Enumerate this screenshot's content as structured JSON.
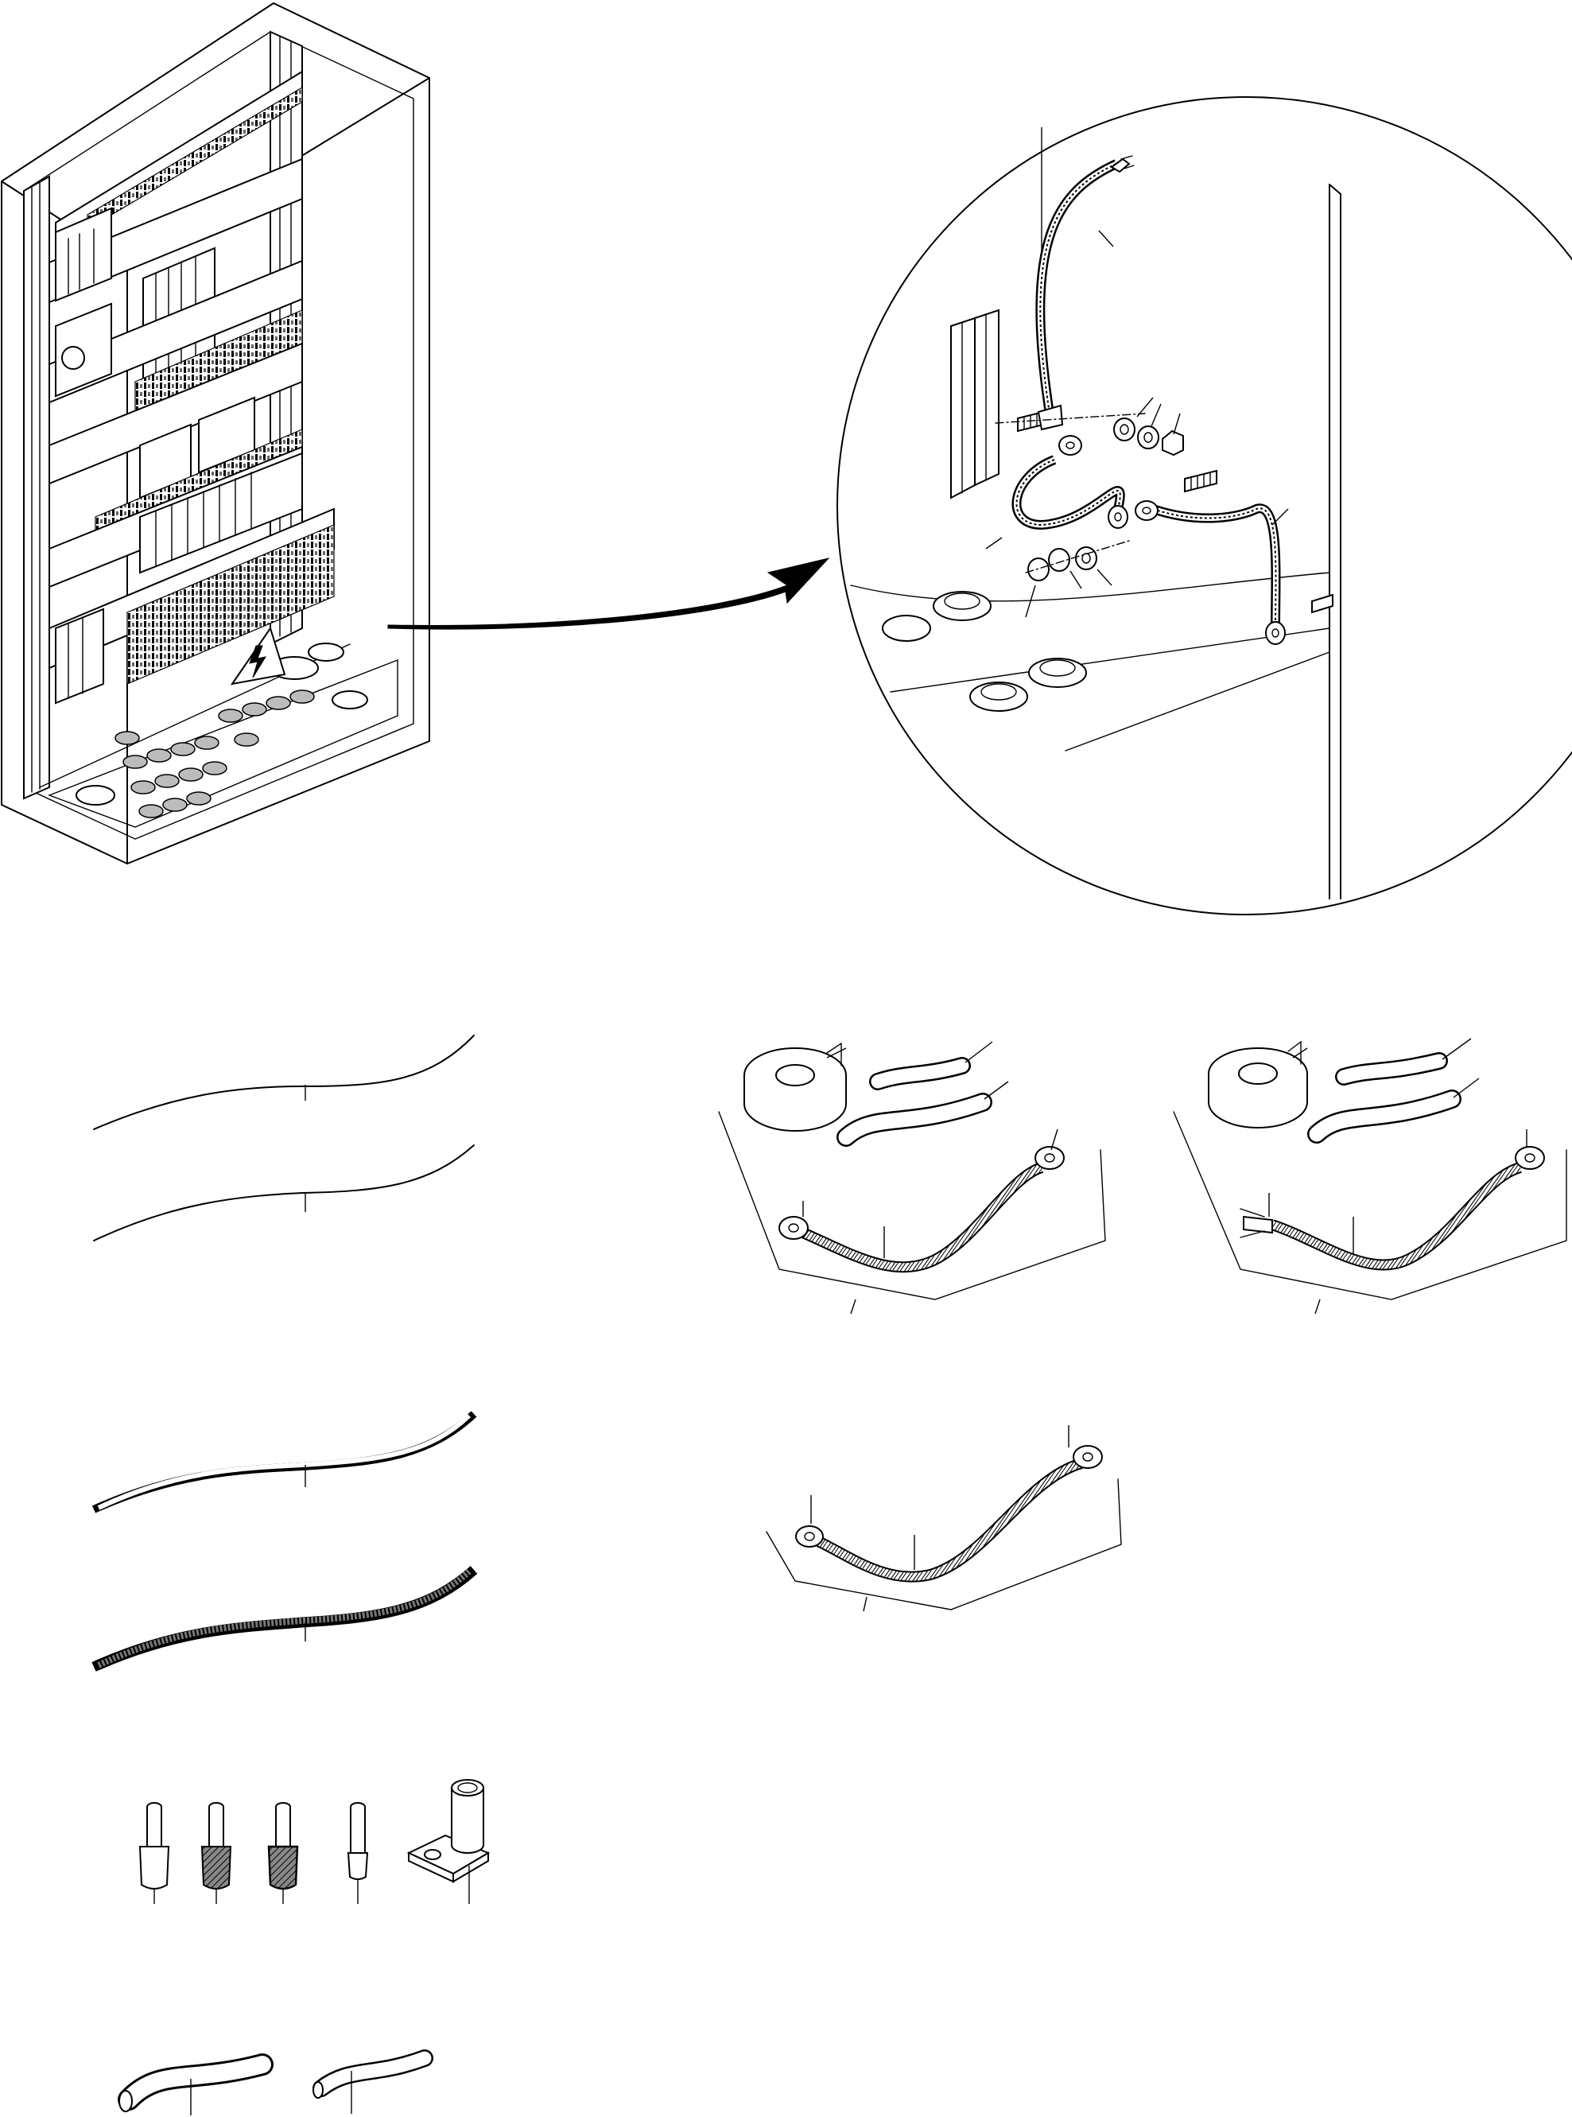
{
  "figure": {
    "colors": {
      "line": "#000000",
      "paper": "#ffffff",
      "shade_light": "#bcbcbc",
      "shade_dark": "#555555"
    },
    "icons": [
      "electrical-cabinet-icon",
      "high-voltage-warning-icon",
      "detail-magnifier-icon"
    ],
    "parts": [
      "cabinet",
      "grounding-detail",
      "black-wire",
      "black-wire-thick",
      "white-wire",
      "braided-wire",
      "tape-and-strap-kit-ring",
      "tape-and-strap-kit-fork",
      "ground-strap",
      "ferrule-white",
      "ferrule-grey",
      "ferrule-black",
      "ferrule-bare",
      "cable-lug",
      "tube-large",
      "tube-small"
    ]
  }
}
